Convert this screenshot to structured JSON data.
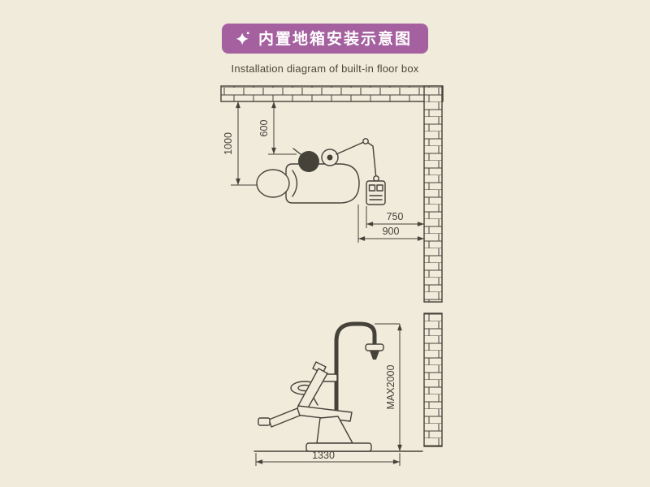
{
  "theme": {
    "page_background": "#f1ebdb",
    "drawing_line_color": "#45423a",
    "badge_background": "#a5619f",
    "badge_text_color": "#ffffff",
    "subtitle_color": "#4c4738"
  },
  "header": {
    "title": "内置地箱安装示意图",
    "subtitle": "Installation diagram of built-in floor box",
    "icon": "sparkle-star"
  },
  "top_view": {
    "d_1000": "1000",
    "d_600": "600",
    "d_750": "750",
    "d_900": "900"
  },
  "side_view": {
    "d_max_height": "MAX2000",
    "d_1330": "1330"
  }
}
